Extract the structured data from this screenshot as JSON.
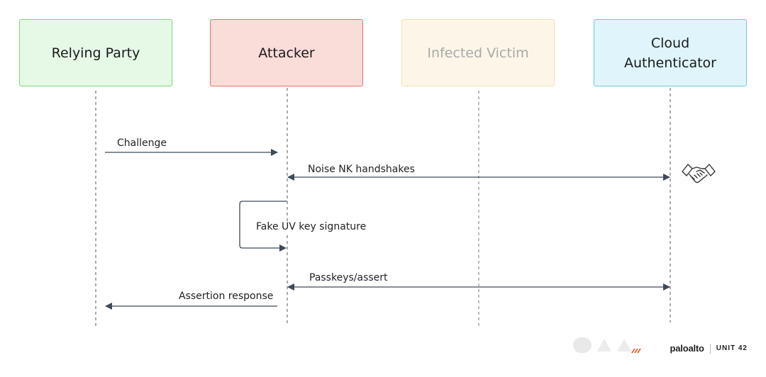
{
  "actors": [
    {
      "key": "rp",
      "label": "Relying Party",
      "fill": "#e6f9e6",
      "stroke": "#7cd67c",
      "text": "#1a1a1a"
    },
    {
      "key": "attacker",
      "label": "Attacker",
      "fill": "#fadcd9",
      "stroke": "#e57368",
      "text": "#1a1a1a"
    },
    {
      "key": "victim",
      "label": "Infected Victim",
      "fill": "#fdf6e8",
      "stroke": "#f3dfb2",
      "text": "#a9a9a9"
    },
    {
      "key": "cloud",
      "label": "Cloud\nAuthenticator",
      "fill": "#dff5fb",
      "stroke": "#69c9e2",
      "text": "#1a1a1a"
    }
  ],
  "messages": {
    "challenge": "Challenge",
    "noise": "Noise NK handshakes",
    "fake_uv": "Fake UV key signature",
    "passkeys": "Passkeys/assert",
    "assertion": "Assertion response"
  },
  "icons": {
    "handshake": "handshake-icon"
  },
  "branding": {
    "paloalto": "paloalto",
    "unit42": "UNIT 42"
  },
  "colors": {
    "arrow": "#3d4a57",
    "lifeline": "#555555"
  }
}
